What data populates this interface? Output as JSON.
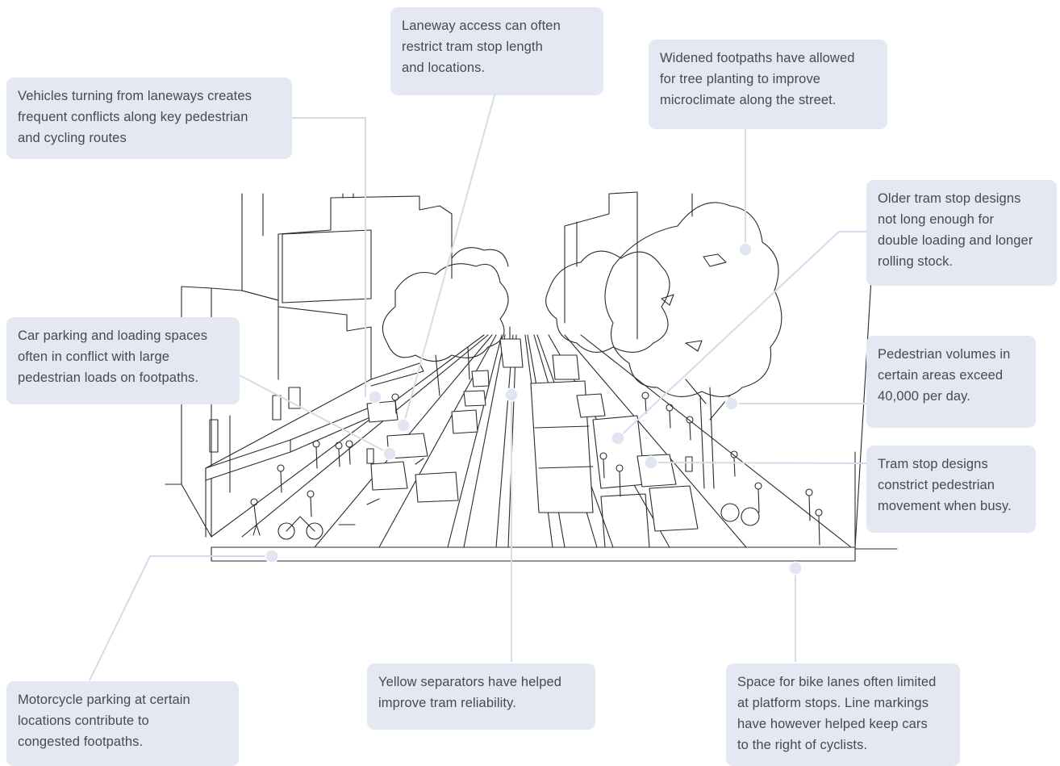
{
  "callouts": {
    "laneway_access": "Laneway access can often\nrestrict tram stop length\nand locations.",
    "vehicles_turning": "Vehicles turning from laneways creates\nfrequent conflicts along key pedestrian\nand cycling routes",
    "widened_footpaths": "Widened footpaths have allowed\nfor tree planting to improve\nmicroclimate along the street.",
    "older_tram_stops": "Older tram stop designs\nnot long enough for\ndouble loading and longer\nrolling stock.",
    "car_parking": "Car parking and loading spaces\noften in conflict with large\npedestrian loads on footpaths.",
    "pedestrian_volumes": "Pedestrian volumes in\ncertain areas exceed\n40,000 per day.",
    "tram_stop_designs": "Tram stop designs\nconstrict pedestrian\nmovement when busy.",
    "motorcycle_parking": "Motorcycle parking at certain\nlocations contribute to\ncongested footpaths.",
    "yellow_separators": "Yellow separators have helped\nimprove tram reliability.",
    "bike_lanes": "Space for bike lanes often limited\nat platform stops. Line markings\nhave however helped keep cars\nto the right of cyclists."
  },
  "colors": {
    "callout_bg": "#e4e8f3",
    "leader_line": "#d6dbea",
    "marker": "#e1e5f1",
    "drawing": "#2a2a2a"
  }
}
